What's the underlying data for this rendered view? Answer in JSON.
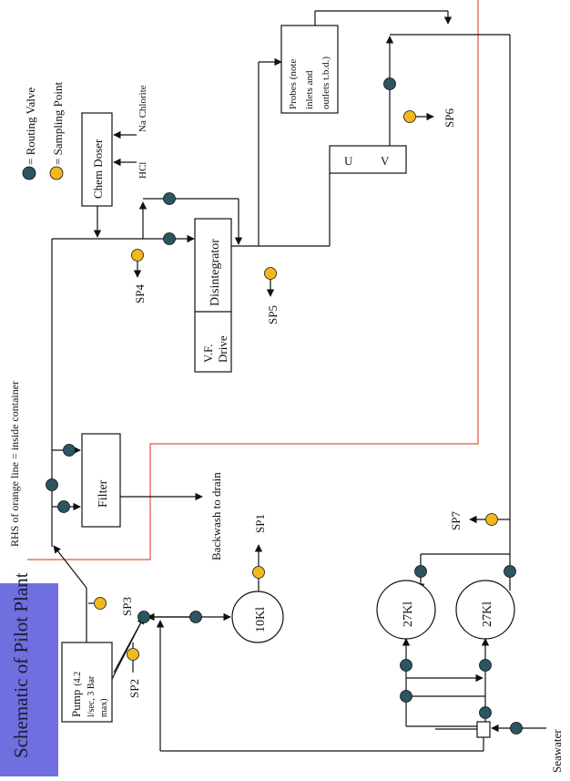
{
  "title": "Schematic of Pilot Plant",
  "title_bg": "#6f6fe0",
  "legend": {
    "routing_valve": "= Routing Valve",
    "sampling_point": "= Sampling Point",
    "orange_line_note": "RHS of orange line = inside container"
  },
  "colors": {
    "valve": "#2a5561",
    "sampling_point": "#f2b81c",
    "container_boundary": "#e8533a"
  },
  "components": {
    "chem_doser": "Chem Doser",
    "na_chlorite": "Na Chlorite",
    "hcl": "HCl",
    "probes": [
      "Probes (note",
      "inlets and",
      "outlets t.b.d.)"
    ],
    "uv_u": "U",
    "uv_v": "V",
    "disintegrator": "Disintegrator",
    "vf_drive": [
      "V.F.",
      "Drive"
    ],
    "filter": "Filter",
    "backwash": "Backwash to drain",
    "pump": [
      "Pump",
      "(4.2",
      "l/sec, 3 Bar",
      "max)"
    ],
    "tank_10kl": "10Kl",
    "tank_27kl_a": "27Kl",
    "tank_27kl_b": "27Kl",
    "seawater": "Seawater"
  },
  "sampling_points": {
    "sp1": "SP1",
    "sp2": "SP2",
    "sp3": "SP3",
    "sp4": "SP4",
    "sp5": "SP5",
    "sp6": "SP6",
    "sp7": "SP7"
  }
}
